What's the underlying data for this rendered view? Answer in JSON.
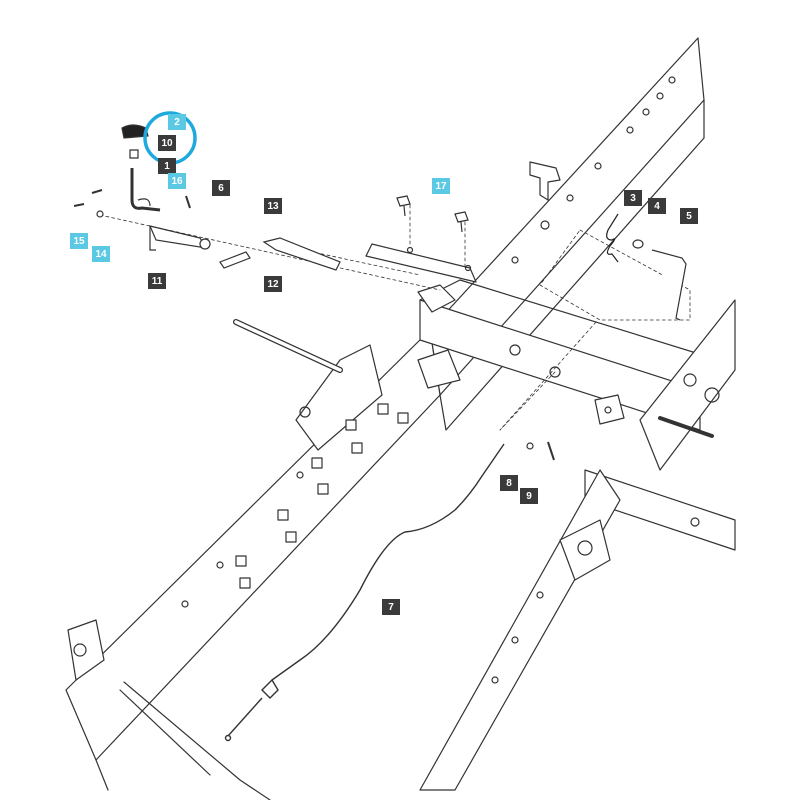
{
  "colors": {
    "callout_dark": "#3a3a3a",
    "callout_cyan": "#5bc8e4",
    "highlight_ring": "#1ea9df",
    "line_art": "#333333"
  },
  "callouts": {
    "c1": "1",
    "c2": "2",
    "c3": "3",
    "c4": "4",
    "c5": "5",
    "c6": "6",
    "c7": "7",
    "c8": "8",
    "c9": "9",
    "c10": "10",
    "c11": "11",
    "c12": "12",
    "c13": "13",
    "c14": "14",
    "c15": "15",
    "c16": "16",
    "c17": "17"
  }
}
